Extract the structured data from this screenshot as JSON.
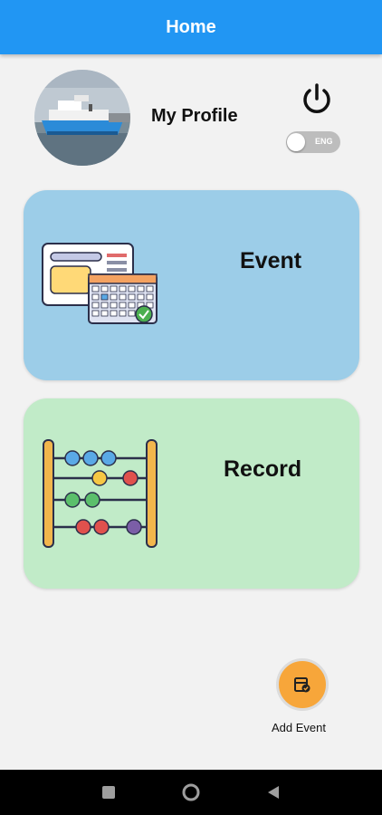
{
  "appbar": {
    "title": "Home"
  },
  "profile": {
    "label": "My Profile"
  },
  "language_toggle": {
    "label": "ENG"
  },
  "cards": {
    "event": {
      "title": "Event"
    },
    "record": {
      "title": "Record"
    }
  },
  "fab": {
    "label": "Add Event"
  },
  "icons": {
    "power": "power-icon",
    "add_event": "calendar-check-icon",
    "nav_recents": "square-icon",
    "nav_home": "circle-icon",
    "nav_back": "triangle-back-icon"
  },
  "colors": {
    "appbar": "#2196f3",
    "event_card": "#9ccde8",
    "record_card": "#c1ebc8",
    "fab": "#f7a63a"
  }
}
